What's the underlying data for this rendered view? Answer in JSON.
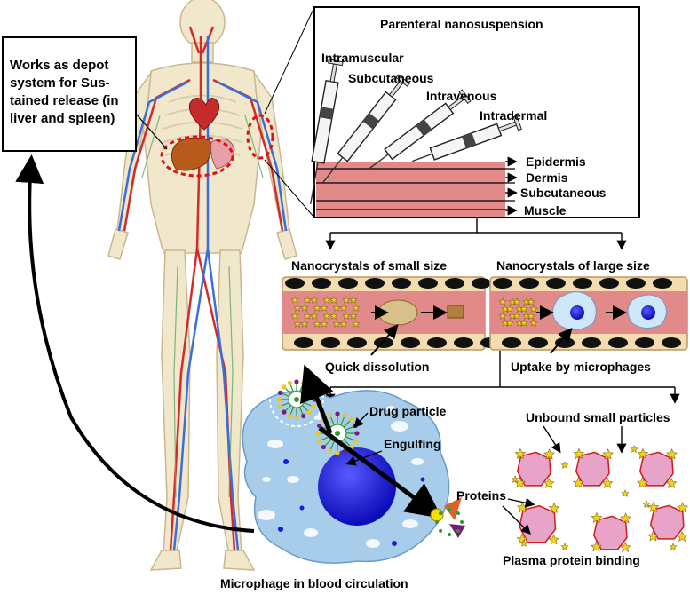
{
  "depot_box": {
    "lines": [
      "Works as depot",
      "system for Sus-",
      "tained release (in",
      "liver and spleen)"
    ]
  },
  "injection_panel": {
    "title": "Parenteral nanosuspension",
    "routes": [
      "Intramuscular",
      "Subcutaneous",
      "Intravenous",
      "Intradermal"
    ],
    "layers": [
      "Epidermis",
      "Dermis",
      "Subcutaneous",
      "Muscle"
    ]
  },
  "vessels": {
    "small_title": "Nanocrystals of small size",
    "large_title": "Nanocrystals of large size",
    "small_caption": "Quick dissolution",
    "large_caption": "Uptake by microphages"
  },
  "macrophage": {
    "drug_label": "Drug particle",
    "engulf_label": "Engulfing",
    "caption": "Microphage in blood circulation"
  },
  "plasma": {
    "unbound_label": "Unbound small particles",
    "proteins_label": "Proteins",
    "caption": "Plasma protein binding"
  },
  "colors": {
    "vessel_wall": "#f3ddb0",
    "blood": "#e28a8a",
    "skin": "#e28a8a",
    "macrophage": "#a8cdeb",
    "nucleus": "#1a1ae0",
    "protein": "#e8a3c8",
    "protein_edge": "#d41a1a",
    "drug_core": "#f2d21a"
  }
}
